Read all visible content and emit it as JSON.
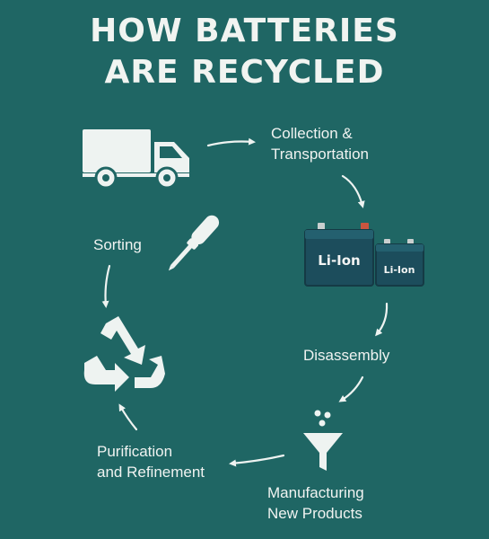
{
  "title": {
    "line1": "HOW BATTERIES",
    "line2": "ARE RECYCLED"
  },
  "steps": {
    "collection": {
      "line1": "Collection &",
      "line2": "Transportation"
    },
    "disassembly": {
      "line1": "Disassembly"
    },
    "manufacturing": {
      "line1": "Manufacturing",
      "line2": "New Products"
    },
    "purification": {
      "line1": "Purification",
      "line2": "and Refinement"
    },
    "sorting": {
      "line1": "Sorting"
    }
  },
  "batteries": {
    "large_label": "Li-Ion",
    "small_label": "Li-Ion"
  },
  "icons": [
    "truck-icon",
    "battery-icon",
    "funnel-icon",
    "recycle-icon",
    "screwdriver-icon",
    "arrow-icon"
  ],
  "colors": {
    "background": "#1f6664",
    "foreground": "#eef3f1",
    "battery_body": "#1c4d5c",
    "battery_terminal_red": "#c9553f"
  }
}
